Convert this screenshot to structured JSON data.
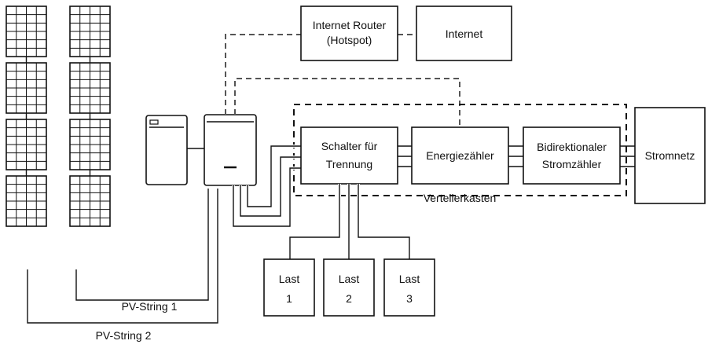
{
  "router": {
    "line1": "Internet Router",
    "line2": "(Hotspot)"
  },
  "internet": {
    "label": "Internet"
  },
  "switch": {
    "line1": "Schalter für",
    "line2": "Trennung"
  },
  "energy_meter": {
    "label": "Energiezähler"
  },
  "bidirectional_meter": {
    "line1": "Bidirektionaler",
    "line2": "Stromzähler"
  },
  "grid": {
    "label": "Stromnetz"
  },
  "distribution_box": {
    "label": "Verteilerkasten"
  },
  "loads": [
    {
      "line1": "Last",
      "line2": "1"
    },
    {
      "line1": "Last",
      "line2": "2"
    },
    {
      "line1": "Last",
      "line2": "3"
    }
  ],
  "pv_strings": [
    {
      "label": "PV-String 1"
    },
    {
      "label": "PV-String 2"
    }
  ]
}
